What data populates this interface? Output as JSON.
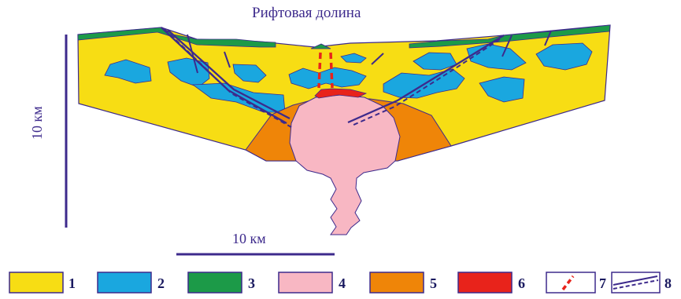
{
  "title": "Рифтовая долина",
  "scale": {
    "vertical_label": "10 км",
    "horizontal_label": "10 км"
  },
  "colors": {
    "sediments": "#f7dd14",
    "lenses": "#1aa7df",
    "surface": "#1c9a48",
    "intrusion": "#f8b7c3",
    "aureole": "#ef8508",
    "cap": "#e8231b",
    "outline": "#3d2a8c"
  },
  "legend": [
    {
      "number": "1",
      "swatch": "yellow-fill"
    },
    {
      "number": "2",
      "swatch": "blue-fill"
    },
    {
      "number": "3",
      "swatch": "green-fill"
    },
    {
      "number": "4",
      "swatch": "pink-fill"
    },
    {
      "number": "5",
      "swatch": "orange-fill"
    },
    {
      "number": "6",
      "swatch": "red-fill"
    },
    {
      "number": "7",
      "swatch": "red-dashed-line"
    },
    {
      "number": "8",
      "swatch": "blue-double-line"
    }
  ]
}
